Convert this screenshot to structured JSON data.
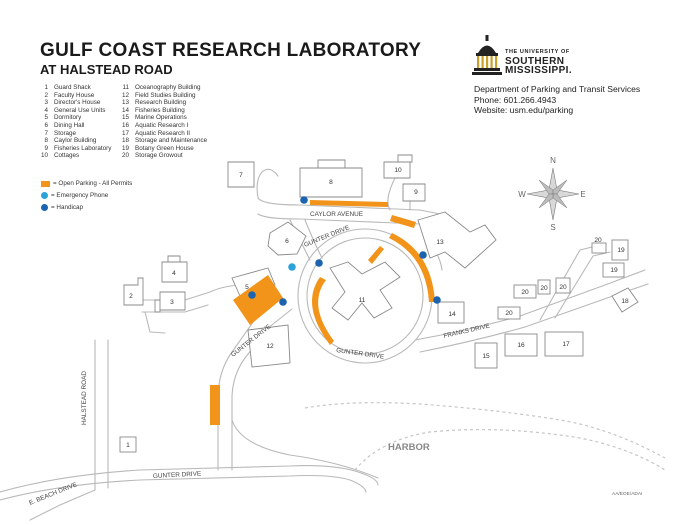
{
  "header": {
    "title": "GULF COAST RESEARCH LABORATORY",
    "subtitle": "AT HALSTEAD ROAD"
  },
  "legend": {
    "buildings_col1": [
      {
        "num": "1",
        "name": "Guard Shack"
      },
      {
        "num": "2",
        "name": "Faculty House"
      },
      {
        "num": "3",
        "name": "Director's House"
      },
      {
        "num": "4",
        "name": "General Use Units"
      },
      {
        "num": "5",
        "name": "Dormitory"
      },
      {
        "num": "6",
        "name": "Dining Hall"
      },
      {
        "num": "7",
        "name": "Storage"
      },
      {
        "num": "8",
        "name": "Caylor Building"
      },
      {
        "num": "9",
        "name": "Fisheries Laboratory"
      },
      {
        "num": "10",
        "name": "Cottages"
      }
    ],
    "buildings_col2": [
      {
        "num": "11",
        "name": "Oceanography Building"
      },
      {
        "num": "12",
        "name": "Field Studies Building"
      },
      {
        "num": "13",
        "name": "Research Building"
      },
      {
        "num": "14",
        "name": "Fisheries Building"
      },
      {
        "num": "15",
        "name": "Marine Operations"
      },
      {
        "num": "16",
        "name": "Aquatic Research I"
      },
      {
        "num": "17",
        "name": "Aquatic Research II"
      },
      {
        "num": "18",
        "name": "Storage and Maintenance"
      },
      {
        "num": "19",
        "name": "Botany Green House"
      },
      {
        "num": "20",
        "name": "Storage Growout"
      }
    ],
    "parking_label": "= Open Parking - All Permits",
    "emergency_label": "= Emergency Phone",
    "handicap_label": "= Handicap",
    "colors": {
      "parking": "#f29419",
      "emergency": "#2aa4d8",
      "handicap": "#1d64b0",
      "road": "#b9b9b9",
      "building": "#8a8a8a"
    }
  },
  "university": {
    "line1": "THE UNIVERSITY OF",
    "line2": "SOUTHERN",
    "line3": "MISSISSIPPI."
  },
  "department": {
    "name": "Department of Parking and Transit Services",
    "phone": "Phone: 601.266.4943",
    "website": "Website: usm.edu/parking"
  },
  "compass": {
    "n": "N",
    "s": "S",
    "e": "E",
    "w": "W"
  },
  "map_labels": {
    "caylor_avenue": "CAYLOR AVENUE",
    "gunter_drive": "GUNTER DRIVE",
    "franks_drive": "FRANKS DRIVE",
    "halstead_road": "HALSTEAD ROAD",
    "e_beach_drive": "E. BEACH DRIVE",
    "harbor": "HARBOR"
  },
  "building_numbers": [
    "1",
    "2",
    "3",
    "4",
    "5",
    "6",
    "7",
    "8",
    "9",
    "10",
    "11",
    "12",
    "13",
    "14",
    "15",
    "16",
    "17",
    "18",
    "19",
    "20"
  ],
  "footer": "AA/EOE/ADAI"
}
